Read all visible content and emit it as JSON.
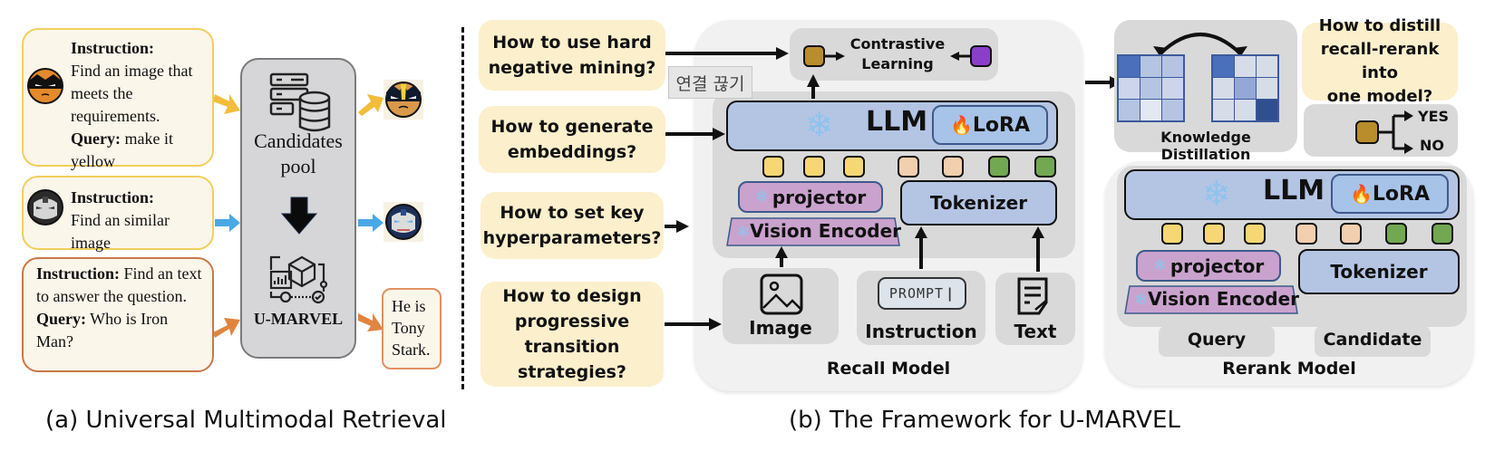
{
  "part_a": {
    "caption": "(a) Universal Multimodal Retrieval",
    "queries": [
      {
        "instruction_label": "Instruction:",
        "instruction_text": "Find an image that meets the requirements.",
        "query_label": "Query:",
        "query_text": "make it yellow",
        "icon": "wolverine-orange-face-icon",
        "border_color": "#f1cf5a",
        "arrow_color": "#f3bd3b"
      },
      {
        "instruction_label": "Instruction:",
        "instruction_text": "Find an similar image",
        "icon": "iron-man-silver-helmet-icon",
        "border_color": "#f1cf5a",
        "arrow_color": "#4aa8e6"
      },
      {
        "instruction_label": "Instruction:",
        "instruction_text": "Find an text to answer the question.",
        "query_label": "Query:",
        "query_text": "Who is Iron Man?",
        "border_color": "#c8784a",
        "arrow_color": "#e0843e"
      }
    ],
    "pool": {
      "candidates_label_line1": "Candidates",
      "candidates_label_line2": "pool",
      "model_label": "U-MARVEL",
      "database_icon": "database-server-icon",
      "model_icon": "model-pipeline-icon"
    },
    "results": [
      {
        "icon": "wolverine-yellow-face-icon"
      },
      {
        "icon": "iron-man-blue-helmet-icon"
      },
      {
        "text_line1": "He is",
        "text_line2": "Tony",
        "text_line3": "Stark."
      }
    ]
  },
  "part_b": {
    "caption": "(b) The Framework for U-MARVEL",
    "questions": [
      {
        "line1": "How to use hard",
        "line2": "negative mining?"
      },
      {
        "line1": "How to generate",
        "line2": "embeddings?"
      },
      {
        "line1": "How to set key",
        "line2": "hyperparameters?"
      },
      {
        "line1": "How to design",
        "line2": "progressive",
        "line3": "transition",
        "line4": "strategies?"
      },
      {
        "line1": "How to distill",
        "line2": "recall-rerank into",
        "line3": "one model?"
      }
    ],
    "tooltip": "연결 끊기",
    "contrastive": {
      "line1": "Contrastive",
      "line2": "Learning"
    },
    "recall_model": {
      "title": "Recall Model",
      "llm": "LLM",
      "lora": "LoRA",
      "projector": "projector",
      "vision_encoder": "Vision Encoder",
      "tokenizer": "Tokenizer",
      "inputs": [
        "Image",
        "Instruction",
        "Text"
      ],
      "prompt_text": "PROMPT"
    },
    "knowledge_distillation": {
      "label": "Knowledge Distillation",
      "matrix_left": [
        [
          "#4a6fbb",
          "#b4c4e2",
          "#b4c4e2"
        ],
        [
          "#ccd5ea",
          "#b4c4e2",
          "#ccd5ea"
        ],
        [
          "#b4c4e2",
          "#e4e8f3",
          "#b4c4e2"
        ]
      ],
      "matrix_right": [
        [
          "#4a6fbb",
          "#d6dde9",
          "#d6dde9"
        ],
        [
          "#d6dde9",
          "#94a8d8",
          "#d6dde9"
        ],
        [
          "#d6dde9",
          "#d6dde9",
          "#2f4f8f"
        ]
      ]
    },
    "decision": {
      "yes": "YES",
      "no": "NO"
    },
    "rerank_model": {
      "title": "Rerank Model",
      "llm": "LLM",
      "lora": "LoRA",
      "projector": "projector",
      "vision_encoder": "Vision Encoder",
      "tokenizer": "Tokenizer",
      "inputs": [
        "Query",
        "Candidate"
      ]
    },
    "colors": {
      "question_bg": "#fcefcc",
      "llm_bg": "#b4c5e4",
      "lora_bg": "#a7c3e8",
      "projector_bg": "#c9a3cd",
      "token_yellow": "#f7d774",
      "token_peach": "#f2cfae",
      "token_green": "#72a852",
      "embed_gold": "#b98c2c",
      "embed_purple": "#8b3fc8"
    }
  }
}
